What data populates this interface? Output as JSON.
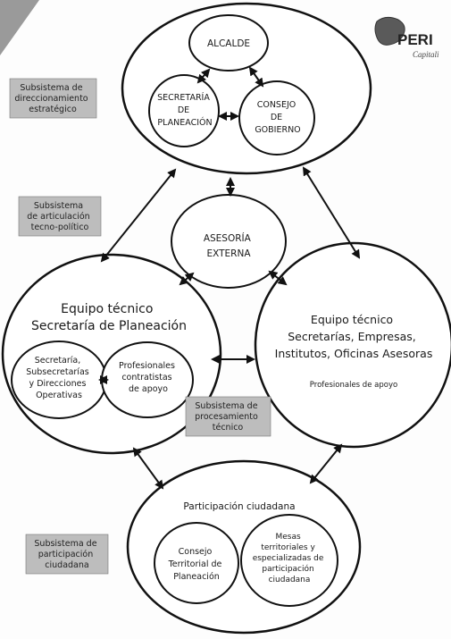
{
  "logo": {
    "text": "PERI",
    "subtext": "Capitali"
  },
  "nodes": {
    "alcalde": "ALCALDE",
    "secretaria_planeacion": [
      "SECRETARÍA",
      "DE",
      "PLANEACIÓN"
    ],
    "consejo_gobierno": [
      "CONSEJO",
      "DE",
      "GOBIERNO"
    ],
    "asesoria_externa": [
      "ASESORÍA",
      "EXTERNA"
    ],
    "equipo_planeacion_title": [
      "Equipo técnico",
      "Secretaría de Planeación"
    ],
    "secretaria_direcciones": [
      "Secretaría,",
      "Subsecretarías",
      "y Direcciones",
      "Operativas"
    ],
    "profesionales_contratistas": [
      "Profesionales",
      "contratistas",
      "de apoyo"
    ],
    "equipo_secretarias_title": [
      "Equipo técnico",
      "Secretarías, Empresas,",
      "Institutos, Oficinas Asesoras"
    ],
    "profesionales_apoyo": "Profesionales de apoyo",
    "participacion_title": "Participación ciudadana",
    "consejo_territorial": [
      "Consejo",
      "Territorial de",
      "Planeación"
    ],
    "mesas_territoriales": [
      "Mesas",
      "territoriales y",
      "especializadas de",
      "participación",
      "ciudadana"
    ]
  },
  "labels": {
    "direccionamiento": [
      "Subsistema de",
      "direccionamiento",
      "estratégico"
    ],
    "articulacion": [
      "Subsistema",
      "de articulación",
      "tecno-político"
    ],
    "procesamiento": [
      "Subsistema de",
      "procesamiento",
      "técnico"
    ],
    "participacion": [
      "Subsistema de",
      "participación",
      "ciudadana"
    ]
  }
}
